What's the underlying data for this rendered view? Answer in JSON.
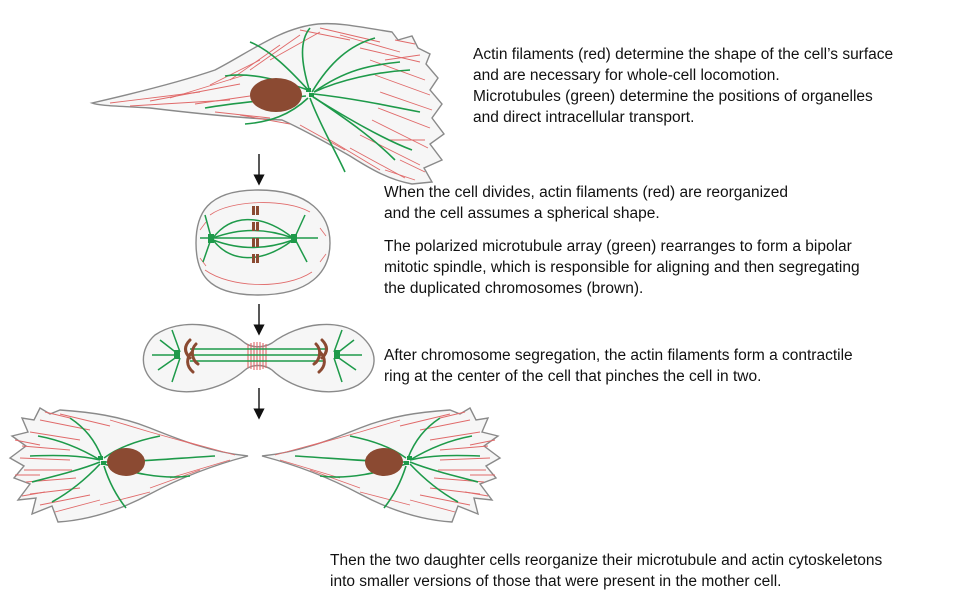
{
  "captions": {
    "interphase": {
      "line1": "Actin filaments (red) determine the shape of the cell’s surface",
      "line2": "and are necessary for whole-cell locomotion.",
      "line3": "Microtubules (green) determine the positions of organelles",
      "line4": "and direct intracellular transport."
    },
    "division": {
      "line1": "When the cell divides, actin filaments (red) are reorganized",
      "line2": "and the cell assumes a spherical shape.",
      "line3": "The polarized microtubule array (green) rearranges to form a bipolar",
      "line4": "mitotic spindle, which is responsible for aligning and then segregating",
      "line5": "the duplicated chromosomes (brown)."
    },
    "cytokinesis": {
      "line1": "After chromosome segregation, the actin filaments form a contractile",
      "line2": "ring at the center of the cell that pinches the cell in two."
    },
    "daughters": {
      "line1": "Then the two daughter cells reorganize their microtubule and actin cytoskeletons",
      "line2": "into smaller versions of those that were present in the mother cell."
    }
  },
  "colors": {
    "actin": "#e06a6a",
    "microtubule": "#1e9a4a",
    "nucleus": "#8b4a32",
    "chromosome": "#8b4a32",
    "membrane": "#8a8a8a",
    "cytoplasm": "#f6f6f6",
    "arrow": "#111111"
  }
}
